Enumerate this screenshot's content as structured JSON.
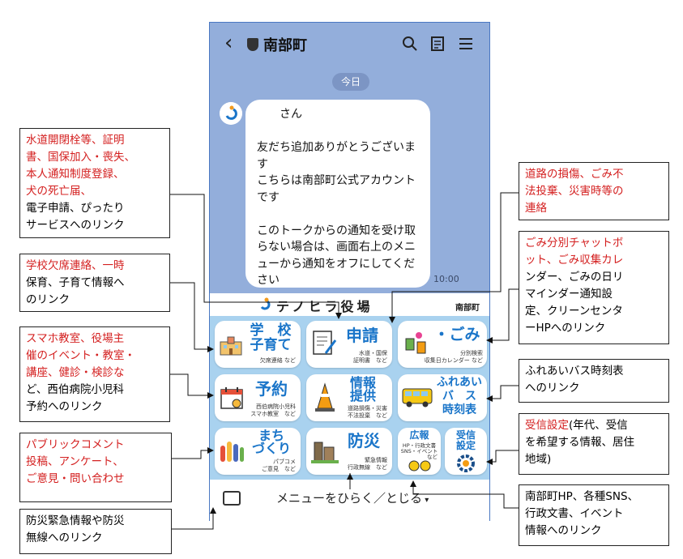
{
  "chat": {
    "title": "南部町",
    "date_pill": "今日",
    "message": "　　さん\n\n友だち追加ありがとうございます\nこちらは南部町公式アカウントです\n\nこのトークからの通知を受け取らない場合は、画面右上のメニューから通知をオフにしてください",
    "time": "10:00"
  },
  "menu": {
    "brand": "テノヒラ役場",
    "town": "南部町",
    "toggle_label": "メニューをひらく／とじる",
    "tiles": {
      "gakko": {
        "title1": "学　校",
        "title2": "子育て",
        "sub": "欠席連絡 など"
      },
      "shinsei": {
        "title": "申請",
        "sub1": "水道・国保",
        "sub2": "証明書　など"
      },
      "gomi": {
        "title": "・ごみ",
        "sub1": "分別検索",
        "sub2": "収集日カレンダー など"
      },
      "yoyaku": {
        "title": "予約",
        "sub1": "西伯病院小児科",
        "sub2": "スマホ教室　など"
      },
      "joho": {
        "title1": "情報",
        "title2": "提供",
        "sub1": "道路損傷・災害",
        "sub2": "不法投棄　など"
      },
      "bus": {
        "title1": "ふれあい",
        "title2": "バ　ス",
        "title3": "時刻表"
      },
      "machi": {
        "title1": "まち",
        "title2": "づくり",
        "sub1": "パブコメ",
        "sub2": "ご意見　など"
      },
      "bosai": {
        "title": "防災",
        "sub1": "緊急情報",
        "sub2": "行政無線　など"
      },
      "koho": {
        "title": "広報",
        "sub1": "HP・行政文書",
        "sub2": "SNS・イベント",
        "sub3": "など"
      },
      "jushin": {
        "title1": "受信",
        "title2": "設定"
      }
    }
  },
  "notes": {
    "n1": {
      "red": [
        "水道開閉栓等、証明",
        "書、国保加入・喪失、",
        "本人通知制度登録、",
        "犬の死亡届、"
      ],
      "black": [
        "電子申請、ぴったり",
        "サービスへのリンク"
      ]
    },
    "n2": {
      "red": [
        "学校欠席連絡、一時"
      ],
      "black": [
        "保育、子育て情報へ",
        "のリンク"
      ]
    },
    "n3": {
      "red": [
        "スマホ教室、役場主",
        "催のイベント・教室・",
        "講座、健診・検診な"
      ],
      "black": [
        "ど、西伯病院小児科",
        "予約へのリンク"
      ]
    },
    "n4": {
      "red": [
        "パブリックコメント",
        "投稿、アンケート、",
        "ご意見・問い合わせ"
      ],
      "black": []
    },
    "n5": {
      "red": [],
      "black": [
        "防災緊急情報や防災",
        "無線へのリンク"
      ]
    },
    "n6": {
      "red": [
        "道路の損傷、ごみ不",
        "法投棄、災害時等の",
        "連絡"
      ],
      "black": []
    },
    "n7": {
      "red": [
        "ごみ分別チャットボ",
        "ット、ごみ収集カレ"
      ],
      "black": [
        "ンダー、ごみの日リ",
        "マインダー通知設",
        "定、クリーンセンタ",
        "ーHPへのリンク"
      ]
    },
    "n8": {
      "red": [],
      "black": [
        "ふれあいバス時刻表",
        "へのリンク"
      ]
    },
    "n9": {
      "red": [
        "受信設定"
      ],
      "black": [
        "(年代、受信",
        "を希望する情報、居住",
        "地域)"
      ]
    },
    "n10": {
      "red": [],
      "black": [
        "南部町HP、各種SNS、",
        "行政文書、イベント",
        "情報へのリンク"
      ]
    }
  },
  "colors": {
    "chat_bg": "#93aedb",
    "menu_bg": "#a9d2ef",
    "tile_title": "#1a75c9",
    "note_red": "#d42020"
  }
}
